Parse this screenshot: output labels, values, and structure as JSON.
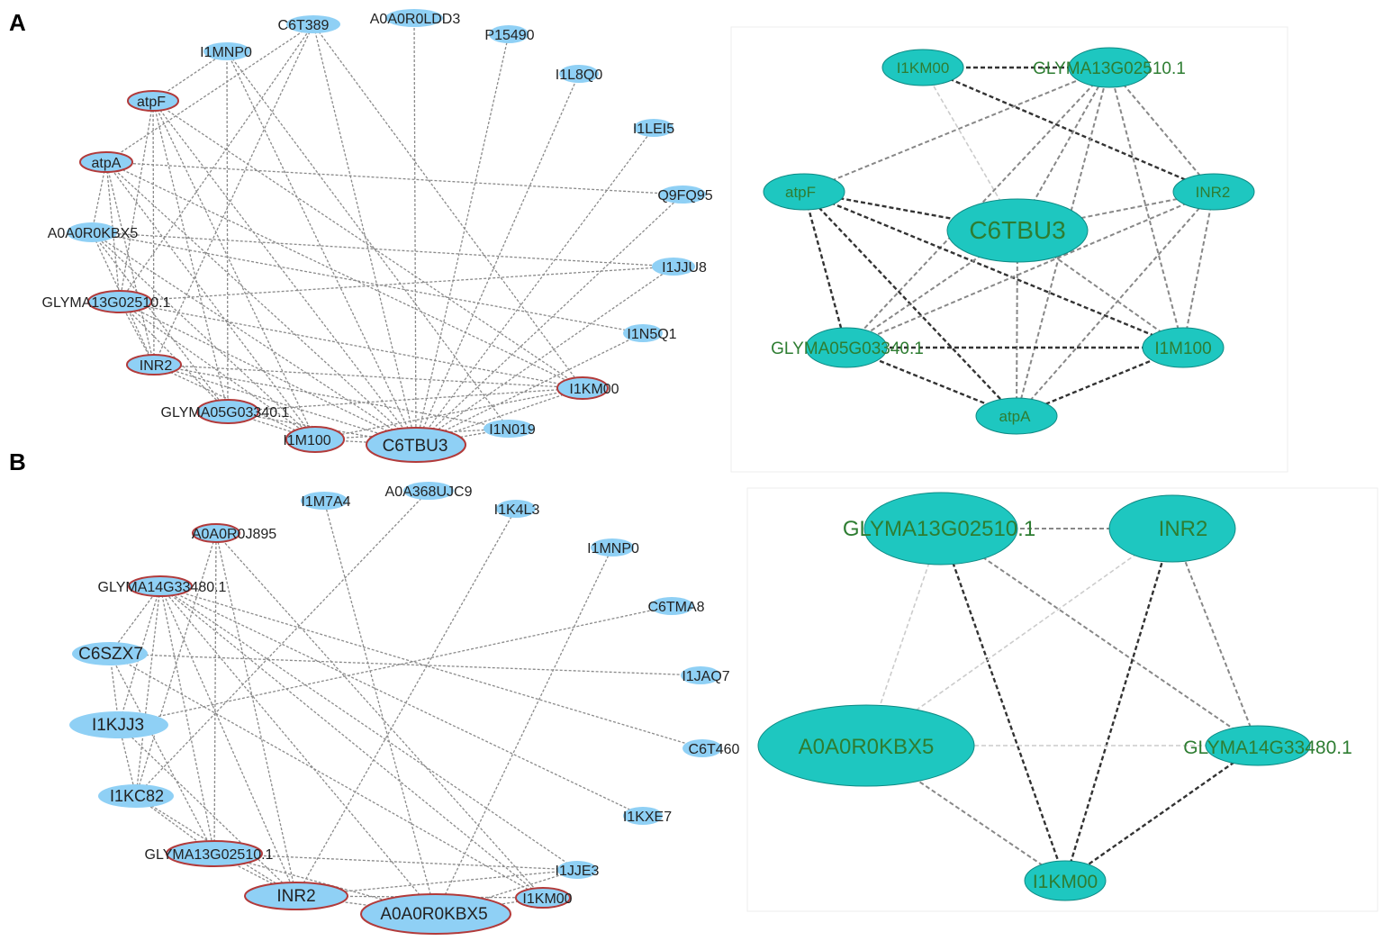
{
  "colors": {
    "circle_node_fill": "#8fd0f5",
    "circle_node_hub_stroke": "#b23a3a",
    "circle_edge": "#8a8a8a",
    "circle_label": "#222222",
    "sub_node_fill": "#1ec7c0",
    "sub_node_stroke": "#0e8a84",
    "sub_label": "#2e7d32",
    "sub_edge_dark": "#333333",
    "sub_edge_mid": "#888888",
    "sub_edge_light": "#cccccc"
  },
  "panels": [
    {
      "id": "A",
      "letter": "A",
      "circle": {
        "nodes": [
          "C6T389",
          "A0A0R0LDD3",
          "P15490",
          "I1L8Q0",
          "I1LEI5",
          "Q9FQ95",
          "I1JJU8",
          "I1N5Q1",
          "I1KM00",
          "I1N019",
          "C6TBU3",
          "I1M100",
          "GLYMA05G03340.1",
          "INR2",
          "GLYMA13G02510.1",
          "A0A0R0KBX5",
          "atpA",
          "atpF",
          "I1MNP0"
        ],
        "hubs": [
          "atpF",
          "atpA",
          "GLYMA13G02510.1",
          "INR2",
          "GLYMA05G03340.1",
          "I1M100",
          "C6TBU3",
          "I1KM00"
        ]
      },
      "subnetwork": {
        "nodes": [
          "I1KM00",
          "GLYMA13G02510.1",
          "atpF",
          "C6TBU3",
          "INR2",
          "GLYMA05G03340.1",
          "I1M100",
          "atpA"
        ]
      }
    },
    {
      "id": "B",
      "letter": "B",
      "circle": {
        "nodes": [
          "I1M7A4",
          "A0A368UJC9",
          "I1K4L3",
          "I1MNP0",
          "C6TMA8",
          "I1JAQ7",
          "C6T460",
          "I1KXE7",
          "I1JJE3",
          "I1KM00",
          "A0A0R0KBX5",
          "INR2",
          "GLYMA13G02510.1",
          "I1KC82",
          "I1KJJ3",
          "C6SZX7",
          "GLYMA14G33480.1",
          "A0A0R0J895"
        ],
        "hubs": [
          "GLYMA14G33480.1",
          "A0A0R0J895",
          "GLYMA13G02510.1",
          "INR2",
          "A0A0R0KBX5",
          "I1KM00"
        ]
      },
      "subnetwork": {
        "nodes": [
          "GLYMA13G02510.1",
          "INR2",
          "A0A0R0KBX5",
          "GLYMA14G33480.1",
          "I1KM00"
        ]
      }
    }
  ]
}
